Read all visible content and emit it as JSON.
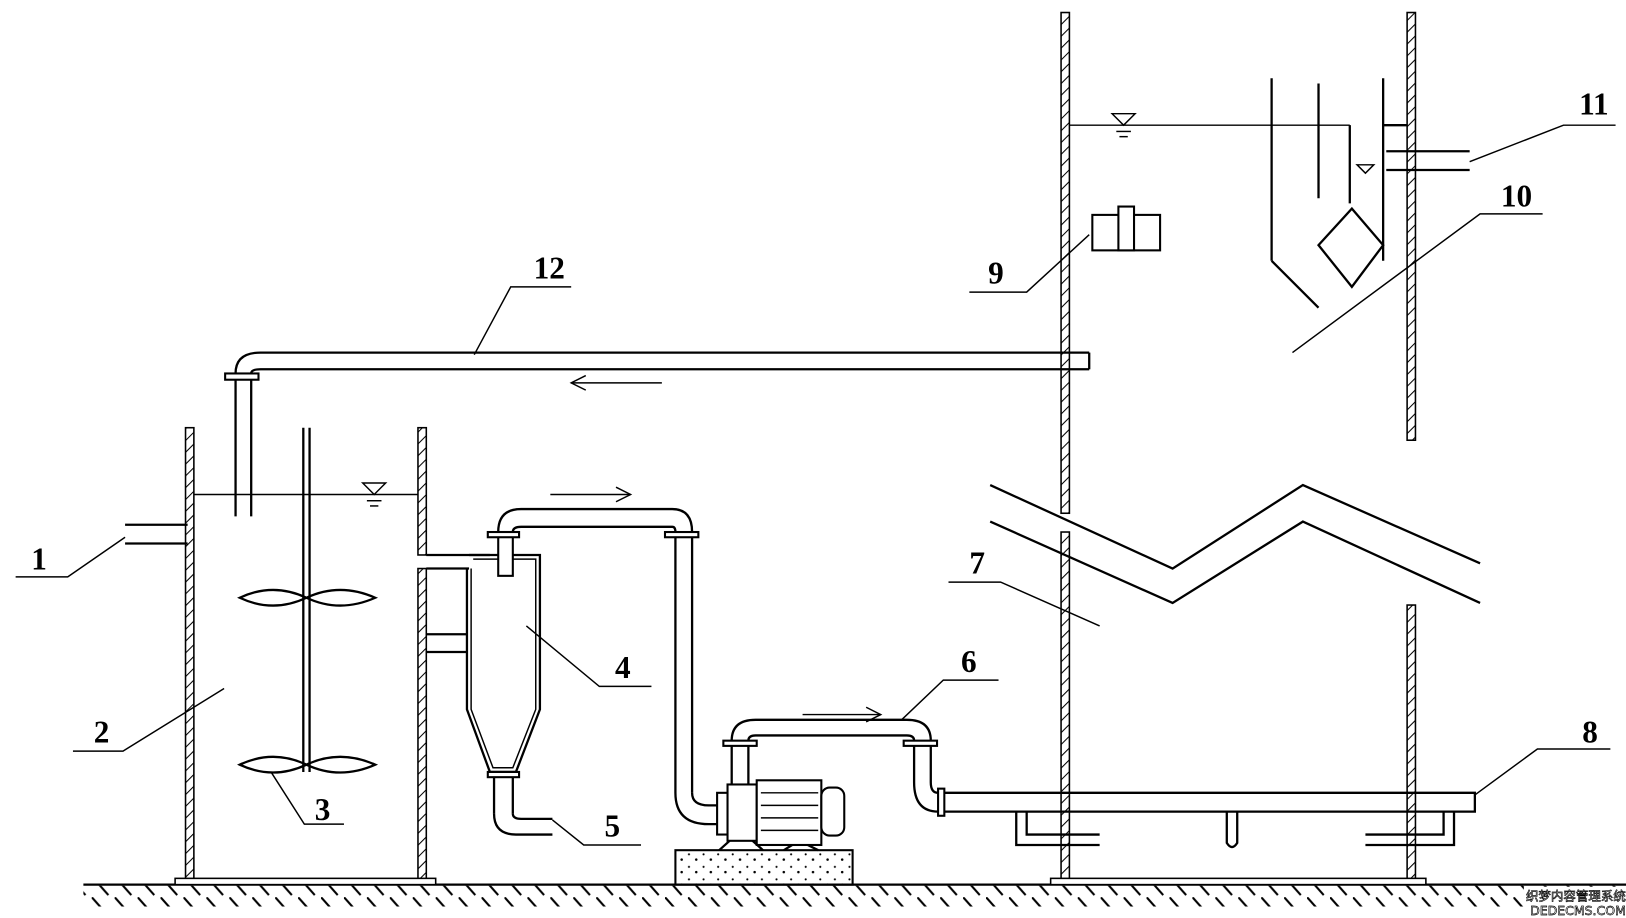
{
  "labels": {
    "l1": "1",
    "l2": "2",
    "l3": "3",
    "l4": "4",
    "l5": "5",
    "l6": "6",
    "l7": "7",
    "l8": "8",
    "l9": "9",
    "l10": "10",
    "l11": "11",
    "l12": "12"
  },
  "watermark": {
    "line1": "织梦内容管理系统",
    "line2": "DEDECMS.COM"
  }
}
